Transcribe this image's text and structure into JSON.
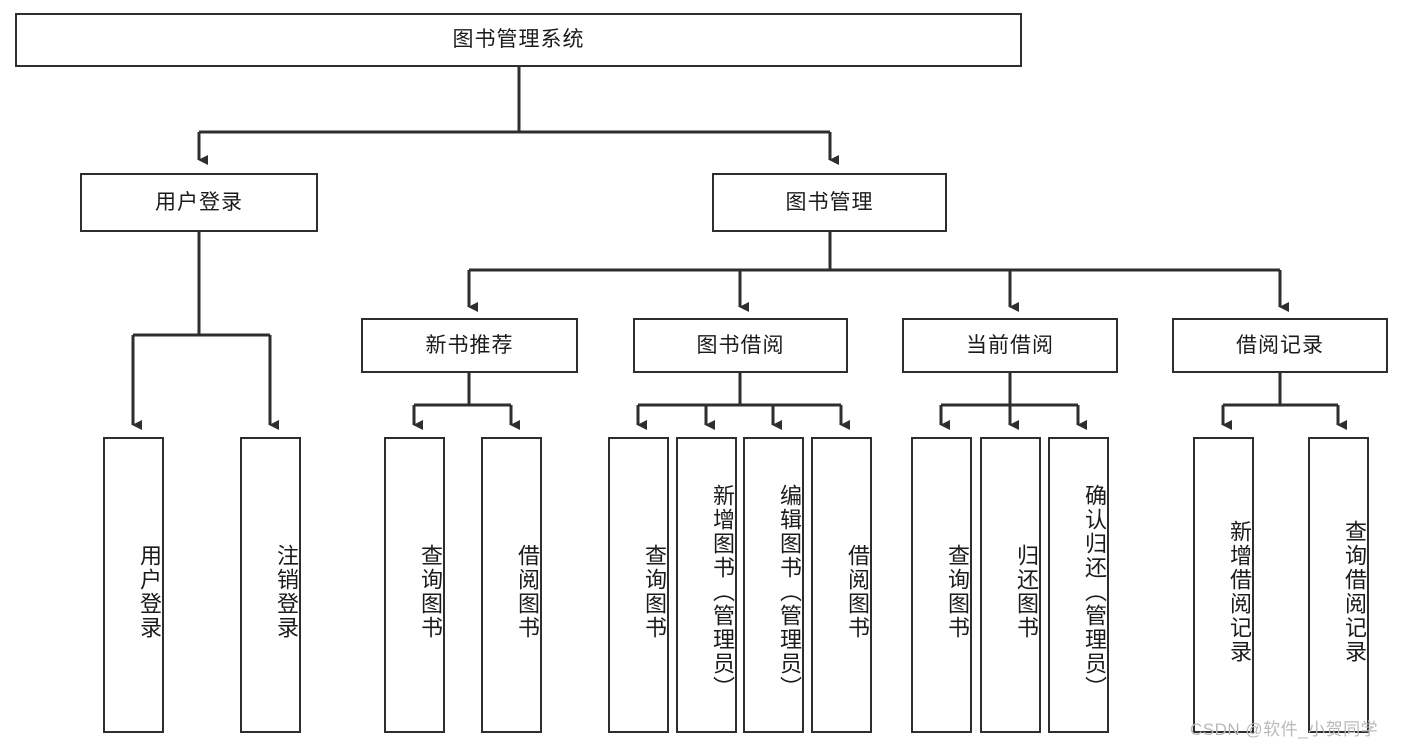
{
  "diagram": {
    "type": "tree-hierarchy-chart",
    "title": "图书管理系统",
    "background_color": "#ffffff",
    "line_color": "#2e2e2e",
    "text_color": "#1b1b1b",
    "root": {
      "label": "图书管理系统"
    },
    "level2": [
      {
        "label": "用户登录"
      },
      {
        "label": "图书管理"
      }
    ],
    "level3": [
      {
        "label": "新书推荐"
      },
      {
        "label": "图书借阅"
      },
      {
        "label": "当前借阅"
      },
      {
        "label": "借阅记录"
      }
    ],
    "leaves": {
      "user_login": [
        {
          "label": "用户登录"
        },
        {
          "label": "注销登录"
        }
      ],
      "new_book_recommend": [
        {
          "label": "查询图书"
        },
        {
          "label": "借阅图书"
        }
      ],
      "book_borrow": [
        {
          "label": "查询图书"
        },
        {
          "label": "新增图书（管理员）"
        },
        {
          "label": "编辑图书（管理员）"
        },
        {
          "label": "借阅图书"
        }
      ],
      "current_borrow": [
        {
          "label": "查询图书"
        },
        {
          "label": "归还图书"
        },
        {
          "label": "确认归还（管理员）"
        }
      ],
      "borrow_record": [
        {
          "label": "新增借阅记录"
        },
        {
          "label": "查询借阅记录"
        }
      ]
    }
  },
  "watermark": {
    "text": "CSDN @软件_小贺同学"
  }
}
